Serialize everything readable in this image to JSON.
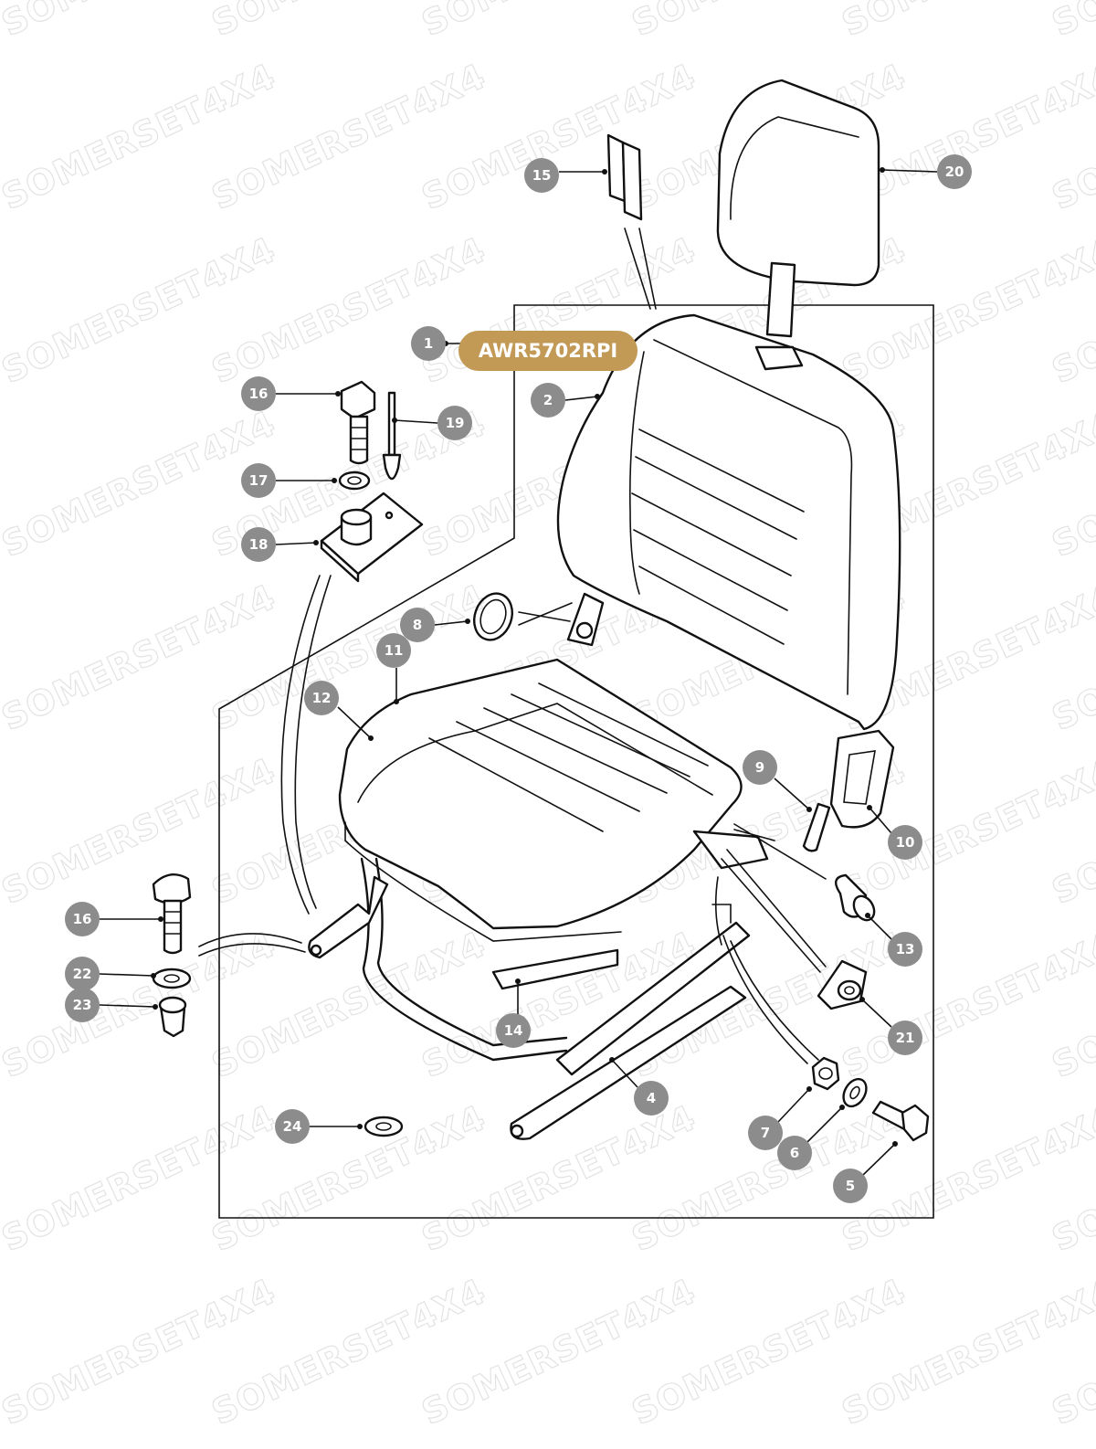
{
  "watermark": {
    "text": "SOMERSET4X4",
    "color": "#e3e3e3"
  },
  "colors": {
    "badge": "#8c8c8c",
    "highlight": "#c29a56",
    "line": "#111111"
  },
  "highlight_part": {
    "number": "1",
    "part_code": "AWR5702RPI"
  },
  "callouts": [
    {
      "id": "c15",
      "number": "15"
    },
    {
      "id": "c20",
      "number": "20"
    },
    {
      "id": "c1",
      "number": "1"
    },
    {
      "id": "c2",
      "number": "2"
    },
    {
      "id": "c16a",
      "number": "16"
    },
    {
      "id": "c19",
      "number": "19"
    },
    {
      "id": "c17",
      "number": "17"
    },
    {
      "id": "c18",
      "number": "18"
    },
    {
      "id": "c8",
      "number": "8"
    },
    {
      "id": "c11",
      "number": "11"
    },
    {
      "id": "c12",
      "number": "12"
    },
    {
      "id": "c9",
      "number": "9"
    },
    {
      "id": "c10",
      "number": "10"
    },
    {
      "id": "c16b",
      "number": "16"
    },
    {
      "id": "c13",
      "number": "13"
    },
    {
      "id": "c22",
      "number": "22"
    },
    {
      "id": "c23",
      "number": "23"
    },
    {
      "id": "c14",
      "number": "14"
    },
    {
      "id": "c21",
      "number": "21"
    },
    {
      "id": "c4",
      "number": "4"
    },
    {
      "id": "c24",
      "number": "24"
    },
    {
      "id": "c7",
      "number": "7"
    },
    {
      "id": "c6",
      "number": "6"
    },
    {
      "id": "c5",
      "number": "5"
    }
  ]
}
